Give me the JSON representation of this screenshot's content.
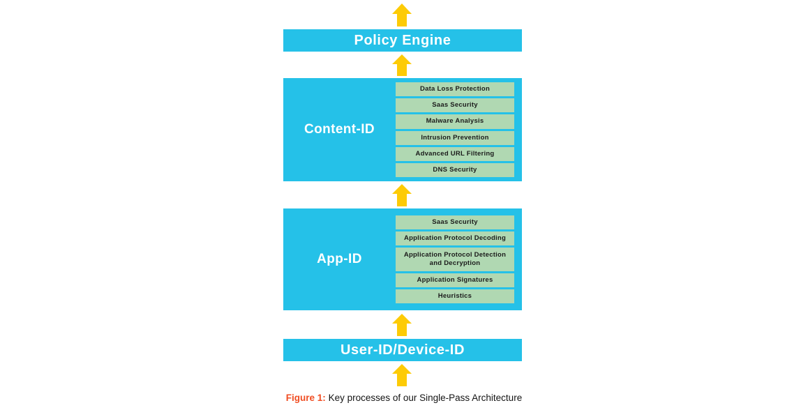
{
  "colors": {
    "band": "#25c1e8",
    "chip": "#b0d8b2",
    "arrow": "#fdcb06",
    "band_text": "#ffffff",
    "chip_text": "#1b1b1b",
    "caption_label": "#f04e23",
    "caption_text": "#141414",
    "background": "#ffffff"
  },
  "diagram": {
    "arrows": [
      {
        "name": "arrow-into-policy-engine-top"
      },
      {
        "name": "arrow-content-id-to-policy-engine"
      },
      {
        "name": "arrow-app-id-to-content-id"
      },
      {
        "name": "arrow-user-id-to-app-id"
      },
      {
        "name": "arrow-into-user-id-bottom"
      }
    ],
    "policy_engine": {
      "title": "Policy Engine"
    },
    "content_id": {
      "title": "Content-ID",
      "items": [
        "Data Loss Protection",
        "Saas Security",
        "Malware Analysis",
        "Intrusion Prevention",
        "Advanced URL Filtering",
        "DNS Security"
      ]
    },
    "app_id": {
      "title": "App-ID",
      "items": [
        "Saas Security",
        "Application Protocol Decoding",
        "Application Protocol Detection and Decryption",
        "Application Signatures",
        "Heuristics"
      ]
    },
    "user_device_id": {
      "title": "User-ID/Device-ID"
    }
  },
  "caption": {
    "label": "Figure 1:",
    "text": " Key processes of our Single-Pass Architecture"
  }
}
